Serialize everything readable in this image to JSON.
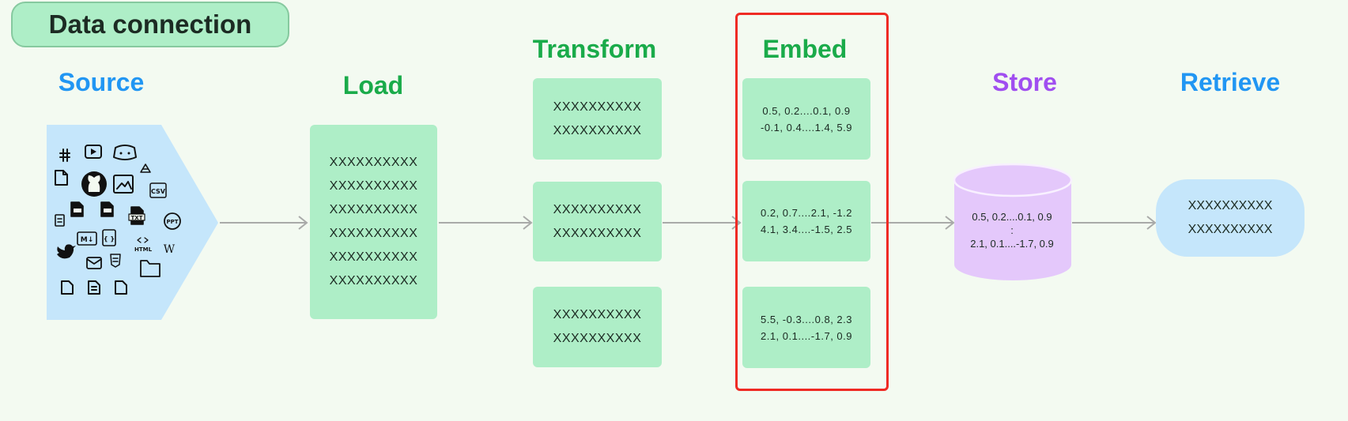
{
  "title": "Data connection",
  "stages": {
    "source": "Source",
    "load": "Load",
    "transform": "Transform",
    "embed": "Embed",
    "store": "Store",
    "retrieve": "Retrieve"
  },
  "load_box": [
    "XXXXXXXXXX",
    "XXXXXXXXXX",
    "XXXXXXXXXX",
    "XXXXXXXXXX",
    "XXXXXXXXXX",
    "XXXXXXXXXX"
  ],
  "transform_boxes": [
    [
      "XXXXXXXXXX",
      "XXXXXXXXXX"
    ],
    [
      "XXXXXXXXXX",
      "XXXXXXXXXX"
    ],
    [
      "XXXXXXXXXX",
      "XXXXXXXXXX"
    ]
  ],
  "embed_boxes": [
    [
      "0.5, 0.2....0.1, 0.9",
      "-0.1, 0.4....1.4, 5.9"
    ],
    [
      "0.2, 0.7....2.1, -1.2",
      "4.1, 3.4....-1.5, 2.5"
    ],
    [
      "5.5, -0.3....0.8, 2.3",
      "2.1, 0.1....-1.7, 0.9"
    ]
  ],
  "store_db": [
    "0.5, 0.2....0.1, 0.9",
    ":",
    "2.1, 0.1....-1.7, 0.9"
  ],
  "retrieve_box": [
    "XXXXXXXXXX",
    "XXXXXXXXXX"
  ],
  "source_icon_labels": {
    "csv": "CSV",
    "txt": "TXT",
    "ppt": "PPT",
    "md": "M↓",
    "html": "HTML",
    "wiki": "W",
    "json": "{ }"
  },
  "colors": {
    "background": "#f3faf1",
    "box_green": "#aeeec7",
    "source_blue": "#c5e6fb",
    "store_purple": "#e4c8fb",
    "highlight_red": "#ef2a24"
  }
}
